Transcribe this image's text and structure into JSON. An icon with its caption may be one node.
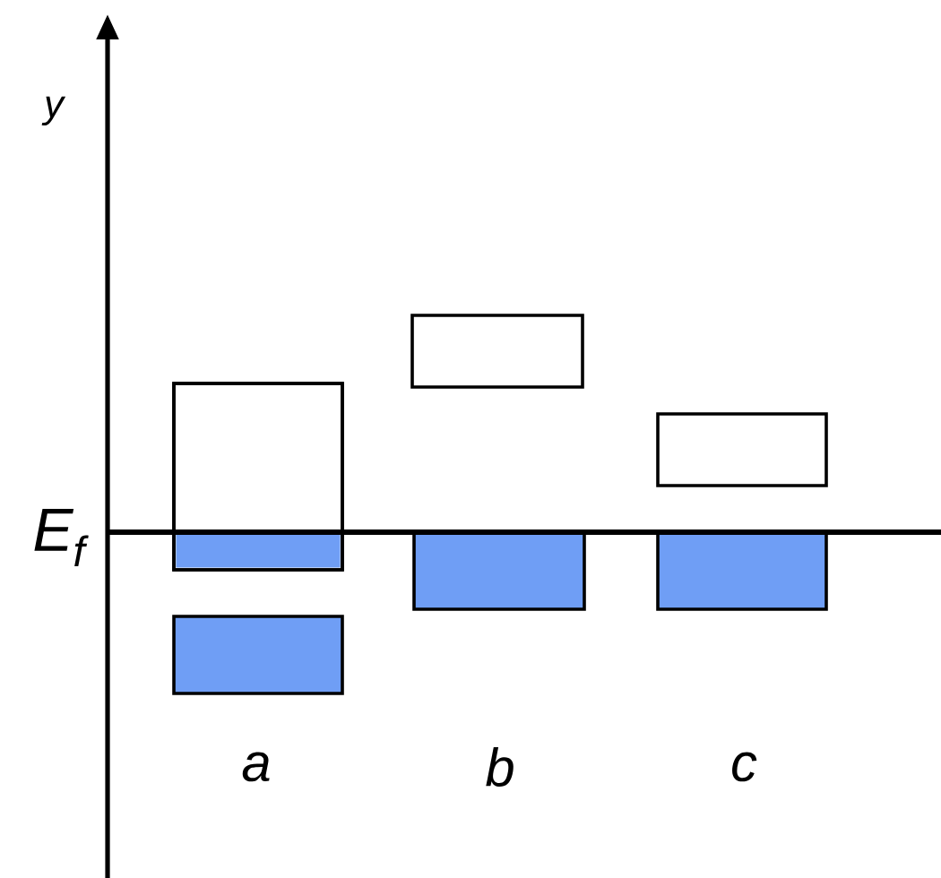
{
  "diagram": {
    "labels": [
      "y",
      "E$_{f}$",
      "a",
      "b",
      "c"
    ]
  }
}
